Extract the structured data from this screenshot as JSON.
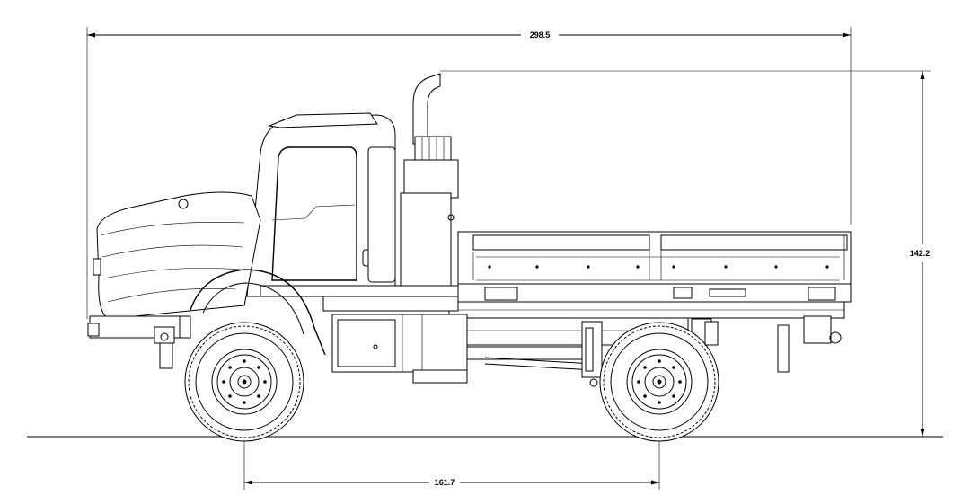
{
  "drawing": {
    "subject": "Truck side elevation, flatbed with stake-side cargo body",
    "dimensions": {
      "overall_length": "298.5",
      "overall_height": "142.2",
      "wheelbase": "161.7"
    }
  }
}
